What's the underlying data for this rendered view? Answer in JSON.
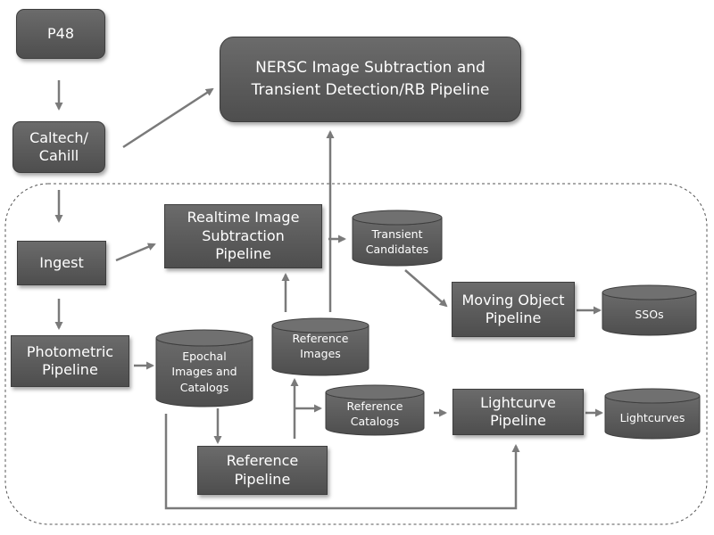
{
  "nodes": {
    "p48": "P48",
    "caltech": "Caltech/\nCahill",
    "nersc": "NERSC Image Subtraction and\nTransient Detection/RB Pipeline",
    "ingest": "Ingest",
    "realtime": "Realtime Image\nSubtraction\nPipeline",
    "transient": "Transient\nCandidates",
    "moving": "Moving Object\nPipeline",
    "ssos": "SSOs",
    "photometric": "Photometric\nPipeline",
    "epochal": "Epochal\nImages and\nCatalogs",
    "ref_images": "Reference\nImages",
    "ref_catalogs": "Reference\nCatalogs",
    "lightcurve": "Lightcurve\nPipeline",
    "lightcurves": "Lightcurves",
    "ref_pipeline": "Reference\nPipeline"
  },
  "colors": {
    "box_fill_top": "#6b6b6b",
    "box_fill_bottom": "#4e4e4e",
    "text": "#ffffff",
    "arrow": "#7a7a7a",
    "region_border": "#555555"
  }
}
